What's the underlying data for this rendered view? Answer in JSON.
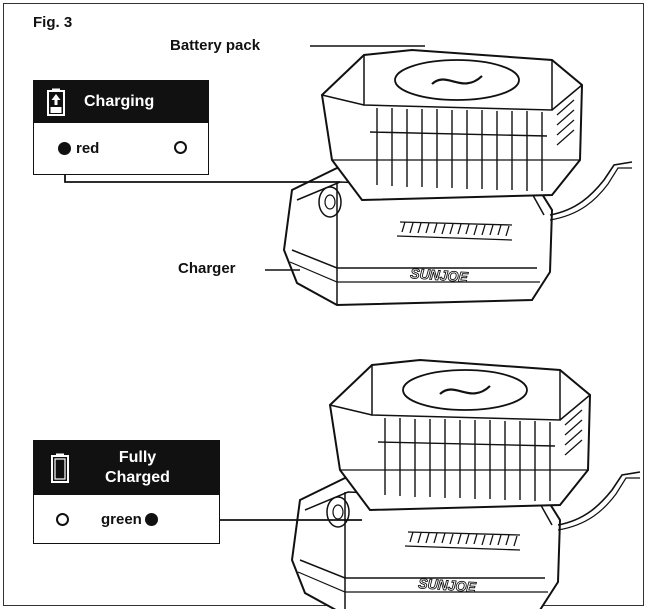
{
  "figure_label": "Fig. 3",
  "callouts": {
    "battery_pack": "Battery pack",
    "charger": "Charger"
  },
  "panels": {
    "charging": {
      "title": "Charging",
      "led_label": "red",
      "battery_icon": "battery-charging-icon"
    },
    "fully_charged": {
      "title_line1": "Fully",
      "title_line2": "Charged",
      "led_label": "green",
      "battery_icon": "battery-full-icon"
    }
  },
  "brand_text": "SUNJOE",
  "colors": {
    "ink": "#111111",
    "paper": "#ffffff"
  }
}
